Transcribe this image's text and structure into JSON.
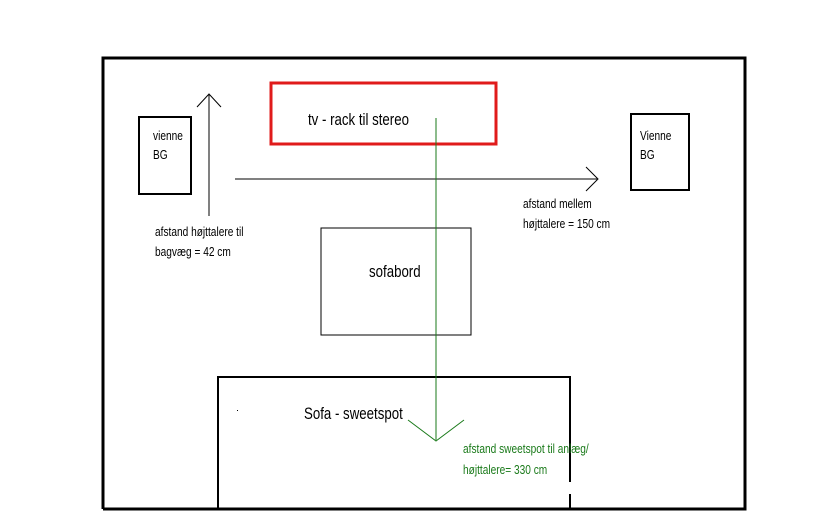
{
  "room": {
    "tv_rack_label": "tv - rack til stereo",
    "speaker_left": {
      "line1": "vienne",
      "line2": "BG"
    },
    "speaker_right": {
      "line1": "Vienne",
      "line2": "BG"
    },
    "coffee_table_label": "sofabord",
    "sofa_label": "Sofa - sweetspot",
    "wall_distance": {
      "line1": "afstand højttalere til",
      "line2": "bagvæg = 42 cm"
    },
    "speaker_distance": {
      "line1": "afstand mellem",
      "line2": "højttalere = 150 cm"
    },
    "sweetspot_distance": {
      "line1": "afstand sweetspot til anlæg/",
      "line2": "højttalere= 330 cm"
    }
  },
  "colors": {
    "outline": "#000000",
    "tv_rack_border": "#e01b1b",
    "sweetspot_line": "#1a7a1a"
  }
}
